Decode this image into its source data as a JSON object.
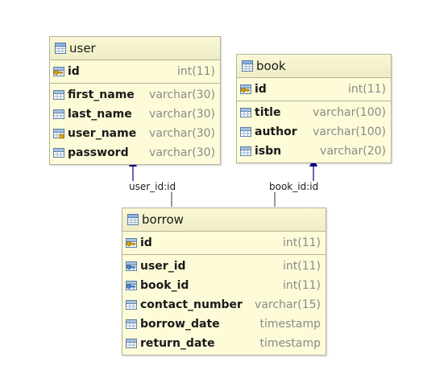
{
  "entities": {
    "user": {
      "name": "user",
      "pk": [
        {
          "name": "id",
          "type": "int(11)",
          "icon": "primary-key-icon"
        }
      ],
      "columns": [
        {
          "name": "first_name",
          "type": "varchar(30)",
          "icon": "column-icon"
        },
        {
          "name": "last_name",
          "type": "varchar(30)",
          "icon": "column-icon"
        },
        {
          "name": "user_name",
          "type": "varchar(30)",
          "icon": "unique-index-column-icon"
        },
        {
          "name": "password",
          "type": "varchar(30)",
          "icon": "column-icon"
        }
      ]
    },
    "book": {
      "name": "book",
      "pk": [
        {
          "name": "id",
          "type": "int(11)",
          "icon": "primary-key-icon"
        }
      ],
      "columns": [
        {
          "name": "title",
          "type": "varchar(100)",
          "icon": "column-icon"
        },
        {
          "name": "author",
          "type": "varchar(100)",
          "icon": "column-icon"
        },
        {
          "name": "isbn",
          "type": "varchar(20)",
          "icon": "column-icon"
        }
      ]
    },
    "borrow": {
      "name": "borrow",
      "pk": [
        {
          "name": "id",
          "type": "int(11)",
          "icon": "primary-key-icon"
        }
      ],
      "columns": [
        {
          "name": "user_id",
          "type": "int(11)",
          "icon": "foreign-key-icon"
        },
        {
          "name": "book_id",
          "type": "int(11)",
          "icon": "foreign-key-icon"
        },
        {
          "name": "contact_number",
          "type": "varchar(15)",
          "icon": "column-icon"
        },
        {
          "name": "borrow_date",
          "type": "timestamp",
          "icon": "column-icon"
        },
        {
          "name": "return_date",
          "type": "timestamp",
          "icon": "column-icon"
        }
      ]
    }
  },
  "relations": [
    {
      "label": "user_id:id",
      "from": "borrow",
      "to": "user"
    },
    {
      "label": "book_id:id",
      "from": "borrow",
      "to": "book"
    }
  ],
  "colors": {
    "entity_fill": "#fdfbd8",
    "entity_border": "#b5b39c",
    "arrow": "#000080",
    "line": "#333333"
  }
}
